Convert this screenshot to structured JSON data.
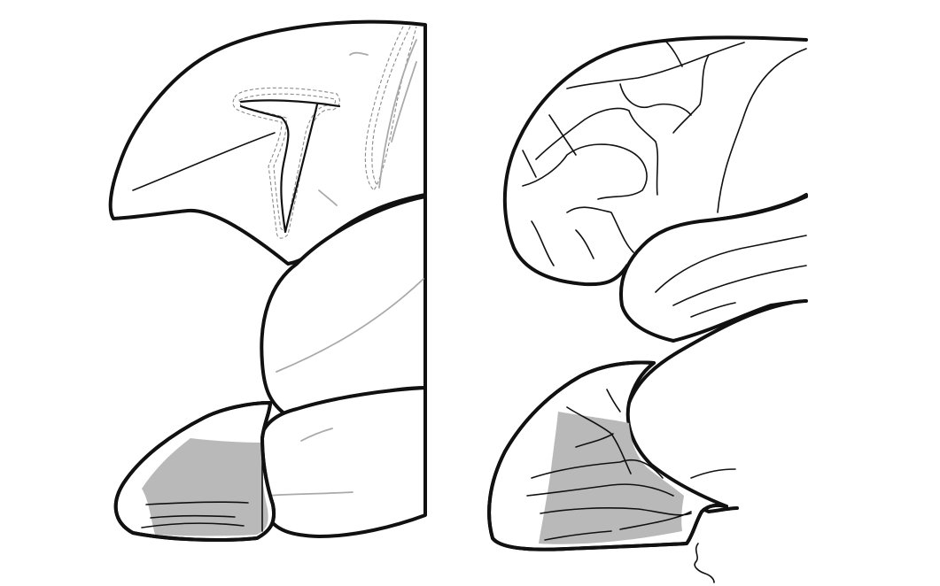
{
  "figure": {
    "panels": [
      {
        "id": "left",
        "style": "smooth brain outline with gray sulcus tracings"
      },
      {
        "id": "right",
        "style": "gyrencephalic brain outline with black sulcus lines"
      }
    ],
    "colors": {
      "outline": "#111111",
      "sulcus": "#111111",
      "faint_sulcus": "#aaaaaa",
      "dashed_sulcus": "#8a8a8a",
      "highlight_region": "#b9b9b9",
      "background": "#ffffff"
    }
  }
}
